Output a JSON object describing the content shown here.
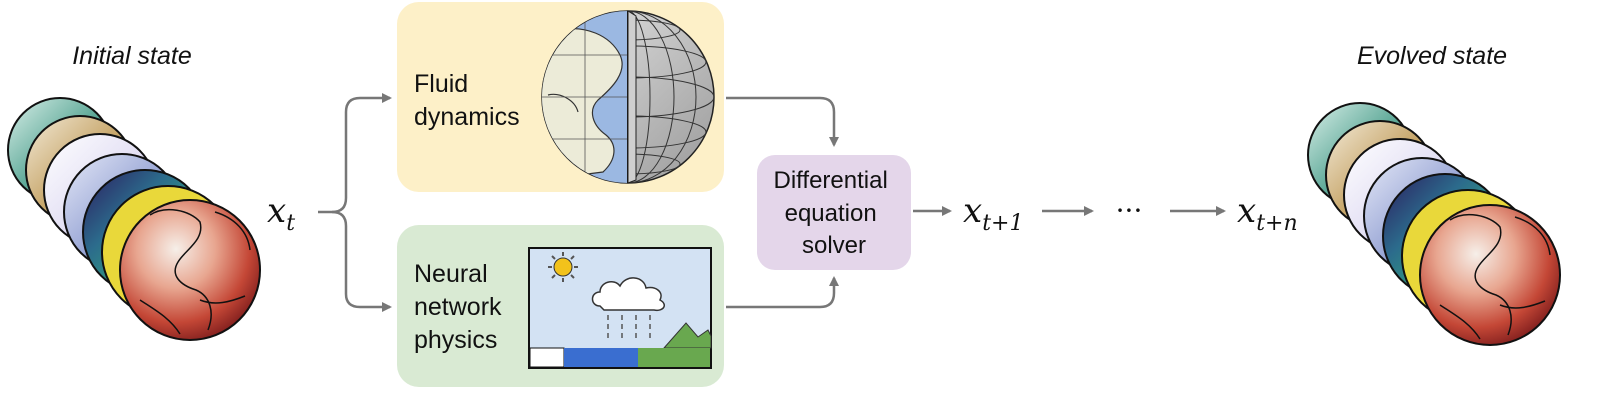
{
  "initial_state": {
    "title": "Initial state"
  },
  "evolved_state": {
    "title": "Evolved state"
  },
  "input_var": {
    "base": "x",
    "sub": "t"
  },
  "fluid_box": {
    "line1": "Fluid",
    "line2": "dynamics",
    "fill": "#fdf0c8"
  },
  "nn_box": {
    "line1": "Neural",
    "line2": "network",
    "line3": "physics",
    "fill": "#d9ead3"
  },
  "solver_box": {
    "line1": "Differential",
    "line2": "equation",
    "line3": "solver",
    "fill": "#e4d6ea"
  },
  "next_var": {
    "base": "x",
    "sub": "t+1"
  },
  "ellipsis": "···",
  "final_var": {
    "base": "x",
    "sub": "t+n"
  },
  "colors": {
    "arrow": "#777777",
    "ocean": "#9bb8e2",
    "land": "#ecebd8"
  }
}
